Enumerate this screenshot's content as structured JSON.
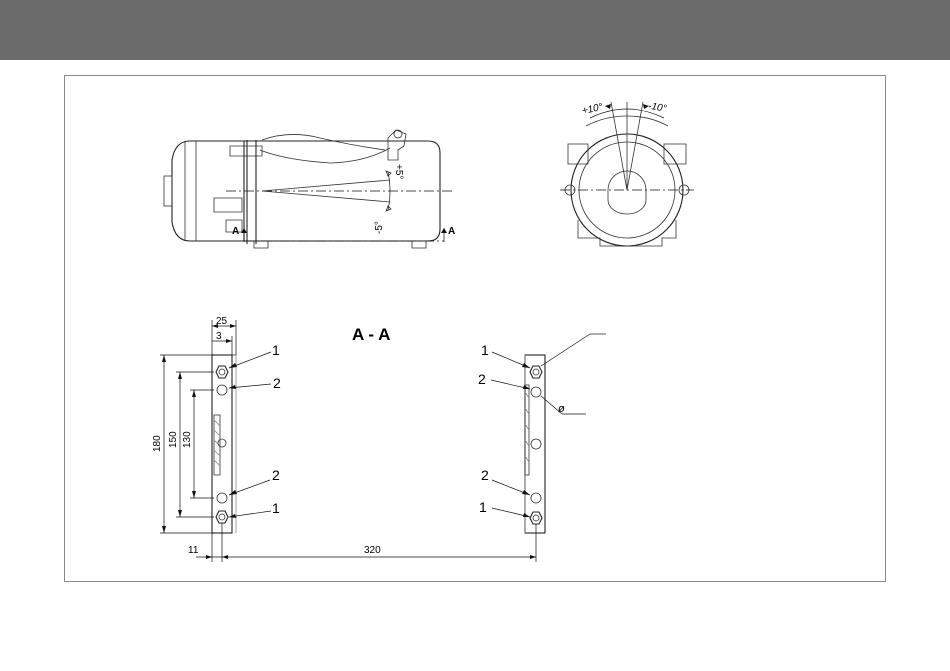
{
  "header": {
    "color": "#6b6b6b"
  },
  "side_view": {
    "tilt_up": "+5°",
    "tilt_down": "-5°",
    "section_marker_left": "A",
    "section_marker_right": "A"
  },
  "front_view": {
    "tilt_left": "+10°",
    "tilt_right": "-10°"
  },
  "section": {
    "title": "A - A",
    "dimensions": {
      "width_25": "25",
      "offset_3": "3",
      "height_180": "180",
      "height_150": "150",
      "height_130": "130",
      "offset_11": "11",
      "spacing_320": "320"
    },
    "diameter_symbol": "ø",
    "callouts": {
      "left_top_1": "1",
      "left_top_2": "2",
      "left_bottom_2": "2",
      "left_bottom_1": "1",
      "right_top_1": "1",
      "right_top_2": "2",
      "right_bottom_2": "2",
      "right_bottom_1": "1"
    }
  }
}
